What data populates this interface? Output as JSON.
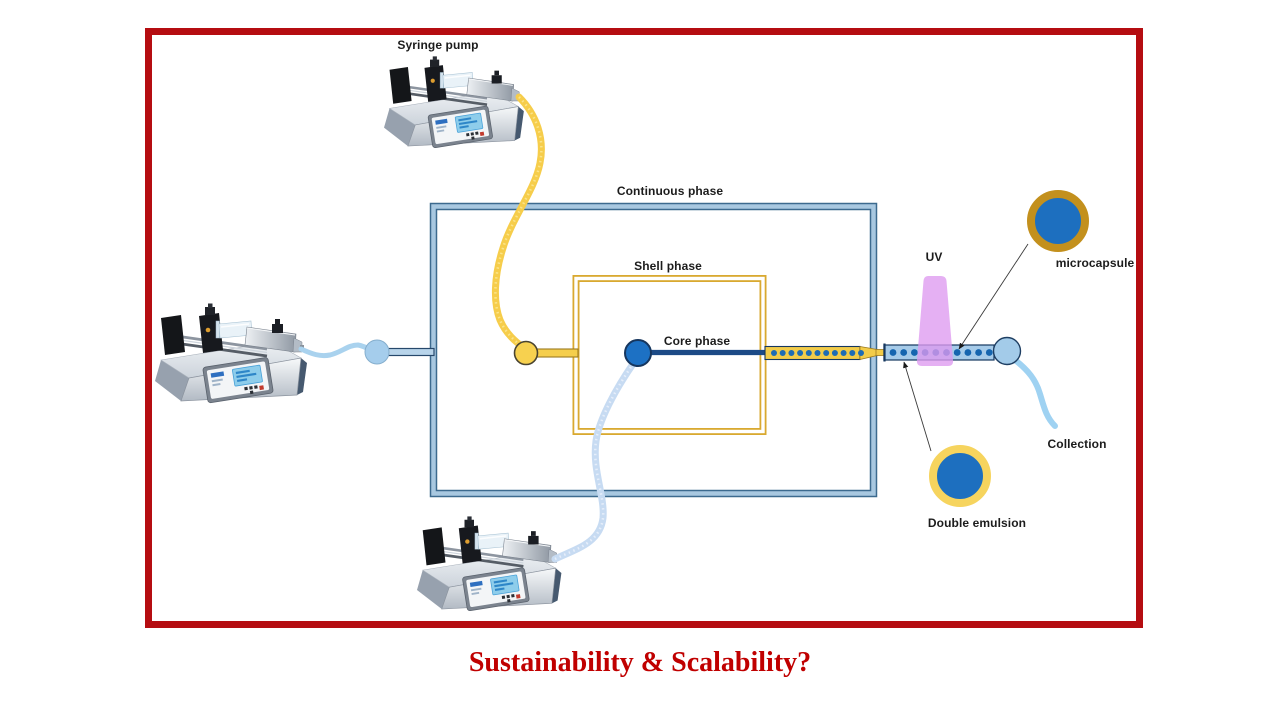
{
  "frame": {
    "border_color": "#B50D11"
  },
  "title": {
    "text": "Sustainability & Scalability?",
    "color": "#C00000"
  },
  "labels": {
    "syringe_pump": "Syringe pump",
    "continuous_phase": "Continuous phase",
    "shell_phase": "Shell phase",
    "core_phase": "Core phase",
    "uv": "UV",
    "microcapsule": "microcapsule",
    "double_emulsion": "Double emulsion",
    "collection": "Collection"
  },
  "diagram": {
    "type": "microfluidic double-emulsion microcapsule production flow",
    "syringe_pump_count": 3,
    "inlets": [
      {
        "phase": "Continuous phase",
        "tube_color": "#A9D2EE",
        "junction_color": "#A5CDEC"
      },
      {
        "phase": "Shell phase",
        "tube_color": "#F6CD4B",
        "junction_color": "#F7D14F"
      },
      {
        "phase": "Core phase",
        "tube_color": "#C7DBF2",
        "junction_color": "#1D71C4"
      }
    ],
    "droplet_channels": {
      "shell_channel": {
        "count": 11,
        "dot_color": "#1D6CB5",
        "fill": "#F2CC49"
      },
      "outlet_channel": {
        "count": 10,
        "dot_color": "#1565AF",
        "fill": "#A6CBE9"
      }
    },
    "uv_beam_color": "#DE9AF0",
    "microcapsule": {
      "ring_color": "#C3901D",
      "core_color": "#1D6FBF"
    },
    "double_emulsion": {
      "ring_color": "#F6D45E",
      "core_color": "#1D6FBF"
    },
    "rects": {
      "continuous_phase_loop_colors": [
        "#3C6A8E",
        "#A8C8E0"
      ],
      "shell_phase_loop_color": "#D9A930"
    },
    "core_line_color": "#1C4A86",
    "collection_tube_color": "#9FD2F2"
  }
}
